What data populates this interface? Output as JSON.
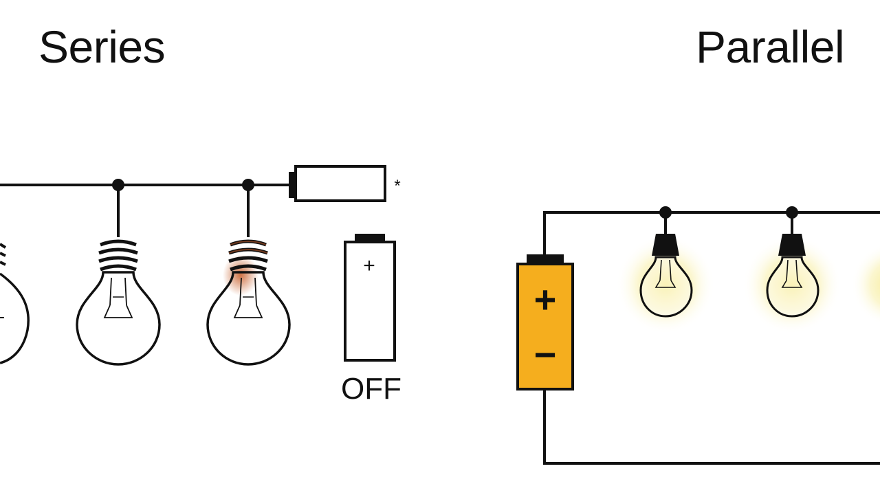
{
  "titles": {
    "series": "Series",
    "parallel": "Parallel"
  },
  "series": {
    "switch_state_label": "OFF",
    "terminal_mark": "*",
    "battery_plus": "+",
    "bulbs_lit": false
  },
  "parallel": {
    "battery_plus": "+",
    "battery_minus": "−",
    "bulbs_lit": true
  },
  "colors": {
    "wire": "#111111",
    "battery_fill": "#F5AE1E",
    "glow": "#F4E27A",
    "filament_warm": "#B5501E",
    "background": "#FFFFFF"
  }
}
